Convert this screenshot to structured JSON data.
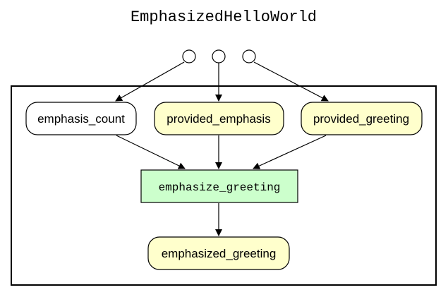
{
  "diagram": {
    "title": "EmphasizedHelloWorld",
    "colors": {
      "input_fill": "#ffffcc",
      "plain_fill": "#ffffff",
      "step_fill": "#ccffcc",
      "stroke": "#000000"
    },
    "nodes": {
      "emphasis_count": "emphasis_count",
      "provided_emphasis": "provided_emphasis",
      "provided_greeting": "provided_greeting",
      "emphasize_greeting": "emphasize_greeting",
      "emphasized_greeting": "emphasized_greeting"
    }
  }
}
